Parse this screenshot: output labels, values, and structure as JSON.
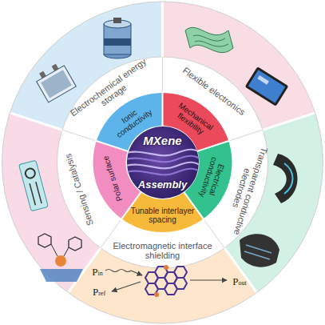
{
  "diagram": {
    "nodes": [
      {
        "text": [
          "MXene",
          "Assembly"
        ]
      },
      {
        "text": [
          "Ionic conductivity"
        ]
      },
      {
        "text": [
          "Mechanical flexibility"
        ]
      },
      {
        "text": [
          "Electrical conductivity"
        ]
      },
      {
        "text": [
          "Tunable interlayer spacing"
        ]
      },
      {
        "text": [
          "Polar surface"
        ]
      },
      {
        "text": [
          "Electrochemical energy storage"
        ]
      },
      {
        "text": [
          "Flexible electronics"
        ]
      },
      {
        "text": [
          "Transparent conductive electrodes"
        ]
      },
      {
        "text": [
          "Electromagnetic interface shielding"
        ]
      },
      {
        "text": [
          "Sensing / Catalysis"
        ]
      }
    ],
    "labels": [
      "Pin",
      "Pref",
      "Pout"
    ]
  }
}
